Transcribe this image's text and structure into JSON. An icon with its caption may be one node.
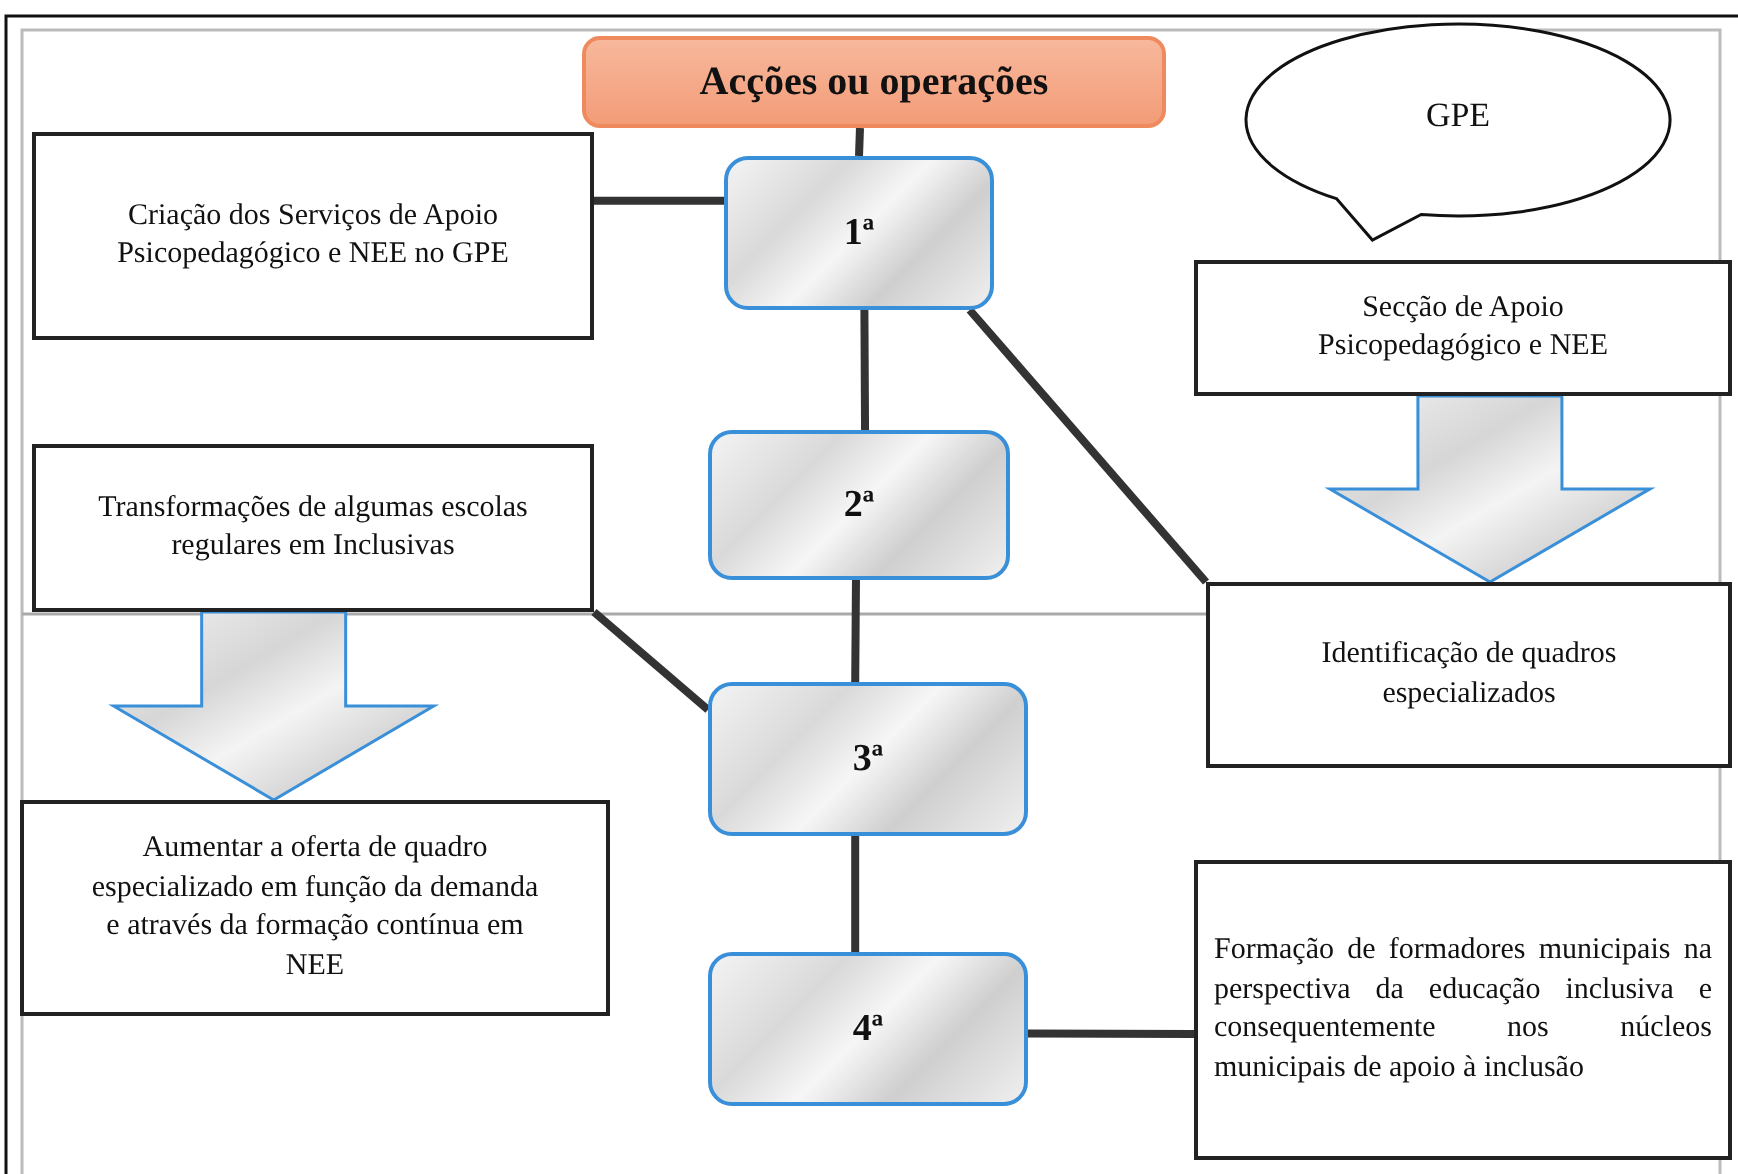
{
  "diagram": {
    "nodes": [
      {
        "text": [
          "Acções ou operações"
        ]
      },
      {
        "text": [
          "GPE"
        ]
      },
      {
        "text": [
          "Criação dos Serviços de Apoio Psicopedagógico e NEE no GPE"
        ]
      },
      {
        "text": [
          "1ª"
        ]
      },
      {
        "text": [
          "Secção de Apoio Psicopedagógico e NEE"
        ]
      },
      {
        "text": [
          "Transformações de algumas escolas regulares em Inclusivas"
        ]
      },
      {
        "text": [
          "2ª"
        ]
      },
      {
        "text": [
          "Identificação de quadros especializados"
        ]
      },
      {
        "text": [
          "3ª"
        ]
      },
      {
        "text": [
          "Aumentar a oferta de quadro especializado em função da demanda e através da formação contínua em NEE"
        ]
      },
      {
        "text": [
          "4ª"
        ]
      },
      {
        "text": [
          "Formação de formadores municipais na perspectiva da educação inclusiva e consequentemente nos núcleos municipais de apoio à inclusão"
        ]
      }
    ],
    "edges": [
      {
        "from": 0,
        "to": 3,
        "arrow": "none"
      },
      {
        "from": 2,
        "to": 3,
        "arrow": "none"
      },
      {
        "from": 3,
        "to": 6,
        "arrow": "none"
      },
      {
        "from": 3,
        "to": 7,
        "arrow": "none"
      },
      {
        "from": 6,
        "to": 8,
        "arrow": "none"
      },
      {
        "from": 5,
        "to": 8,
        "arrow": "none"
      },
      {
        "from": 8,
        "to": 10,
        "arrow": "none"
      },
      {
        "from": 10,
        "to": 11,
        "arrow": "none"
      },
      {
        "from": 4,
        "to": 7,
        "arrow": "to",
        "style": "thick"
      },
      {
        "from": 5,
        "to": 9,
        "arrow": "to",
        "style": "thick"
      }
    ]
  }
}
